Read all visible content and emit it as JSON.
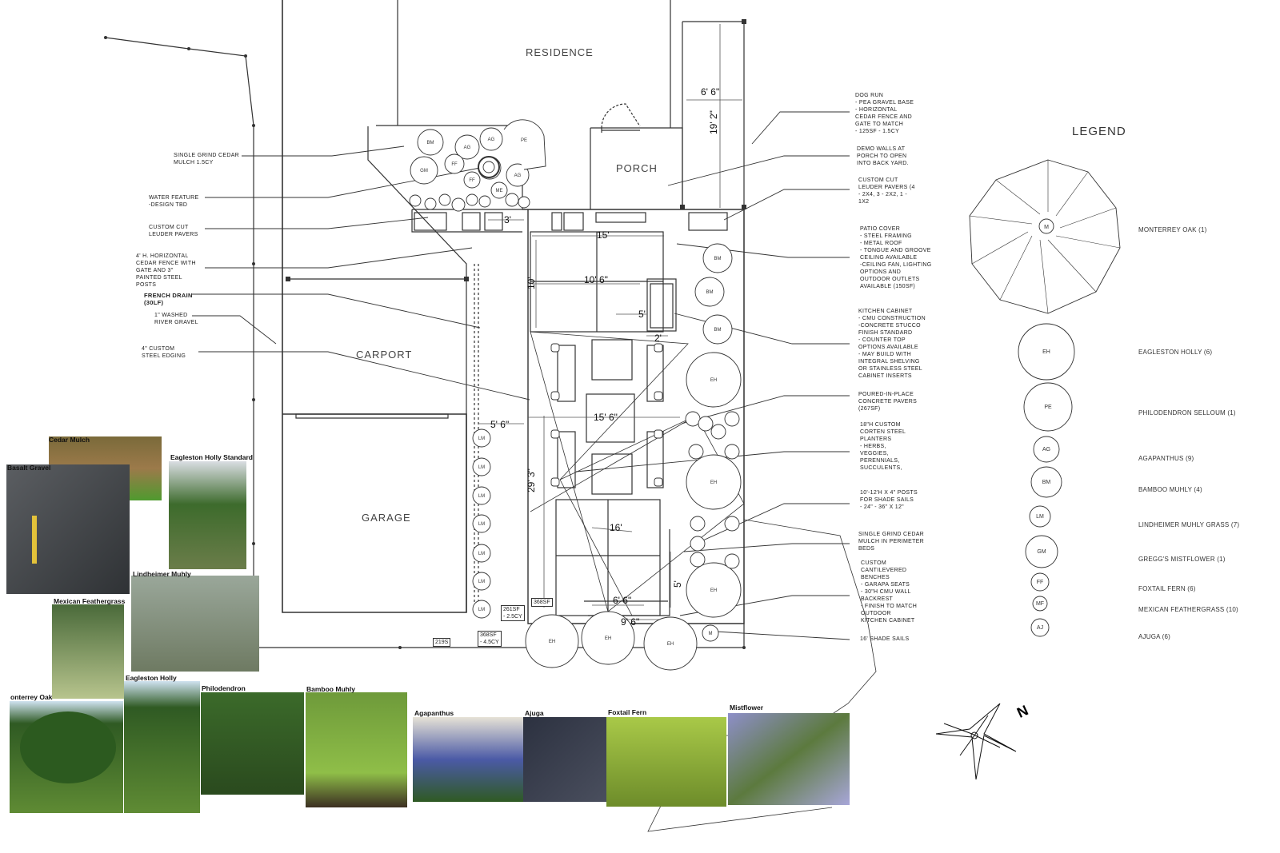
{
  "rooms": {
    "residence": "RESIDENCE",
    "porch": "PORCH",
    "carport": "CARPORT",
    "garage": "GARAGE"
  },
  "callouts_left": {
    "cedar_mulch": "SINGLE GRIND CEDAR\nMULCH 1.5CY",
    "water_feature": "WATER FEATURE\n-DESIGN TBD",
    "custom_pavers": "CUSTOM CUT\nLEUDER PAVERS",
    "cedar_fence": "4' H. HORIZONTAL\nCEDAR FENCE WITH\nGATE AND 3\"\nPAINTED STEEL\nPOSTS",
    "french_drain": "FRENCH DRAIN\n(30LF)",
    "river_gravel": "1\" WASHED\nRIVER GRAVEL",
    "steel_edging": "4\" CUSTOM\nSTEEL EDGING"
  },
  "callouts_right": {
    "dog_run": "DOG RUN\n- PEA GRAVEL BASE\n- HORIZONTAL\nCEDAR FENCE AND\nGATE TO MATCH\n- 125SF - 1.5CY",
    "demo_walls": "DEMO WALLS AT\nPORCH TO OPEN\nINTO BACK YARD.",
    "custom_cut": "CUSTOM CUT\nLEUDER PAVERS (4\n- 2X4, 3 - 2X2, 1 -\n1X2",
    "patio_cover": "PATIO COVER\n- STEEL FRAMING\n- METAL ROOF\n- TONGUE AND GROOVE\nCEILING AVAILABLE\n-CEILING FAN, LIGHTING\nOPTIONS AND\nOUTDOOR OUTLETS\nAVAILABLE (150SF)",
    "kitchen": "KITCHEN CABINET\n- CMU CONSTRUCTION\n-CONCRETE STUCCO\nFINISH STANDARD\n- COUNTER TOP\nOPTIONS AVAILABLE\n- MAY BUILD WITH\nINTEGRAL SHELVING\nOR STAINLESS STEEL\nCABINET INSERTS",
    "concrete_pavers": "POURED-IN-PLACE\nCONCRETE PAVERS\n(267SF)",
    "planters": "18\"H CUSTOM\nCORTEN STEEL\nPLANTERS\n- HERBS,\nVEGGIES,\nPERENNIALS,\nSUCCULENTS,",
    "posts": "10'-12'H X 4\" POSTS\nFOR SHADE SAILS\n- 24\" - 36\" X 12\"",
    "perimeter_mulch": "SINGLE GRIND CEDAR\nMULCH IN PERIMETER\nBEDS",
    "benches": "CUSTOM\nCANTILEVERED\nBENCHES\n- GARAPA SEATS\n- 30\"H CMU WALL\nBACKREST\n- FINISH TO MATCH\nOUTDOOR\nKITCHEN CABINET",
    "shade_sails": "16' SHADE SAILS"
  },
  "dimensions": {
    "d1": "6' 6\"",
    "d2": "19' 2\"",
    "d3": "3'",
    "d4": "15'",
    "d5": "10' 6\"",
    "d6": "10'",
    "d7": "5'",
    "d8": "2'",
    "d9": "15' 6\"",
    "d10": "5' 6\"",
    "d11": "29' 3\"",
    "d12": "16'",
    "d13": "6' 6\"",
    "d14": "9' 6\"",
    "d15": "5'"
  },
  "quantities": {
    "q1": "261SF\n- 2.5CY",
    "q2": "368SF",
    "q3": "368SF\n- 4.5CY",
    "q4": "219S"
  },
  "legend": {
    "title": "LEGEND",
    "items": [
      {
        "code": "M",
        "label": "Monterrey Oak (1)"
      },
      {
        "code": "EH",
        "label": "Eagleston Holly (6)"
      },
      {
        "code": "PE",
        "label": "Philodendron Selloum (1)"
      },
      {
        "code": "AG",
        "label": "Agapanthus (9)"
      },
      {
        "code": "BM",
        "label": "Bamboo Muhly (4)"
      },
      {
        "code": "LM",
        "label": "Lindheimer Muhly Grass (7)"
      },
      {
        "code": "GM",
        "label": "Gregg's Mistflower (1)"
      },
      {
        "code": "FF",
        "label": "Foxtail Fern (6)"
      },
      {
        "code": "MF",
        "label": "Mexican Feathergrass (10)"
      },
      {
        "code": "AJ",
        "label": "Ajuga (6)"
      }
    ]
  },
  "photos": {
    "cedar_mulch": "Cedar Mulch",
    "basalt_gravel": "Basalt Gravel",
    "eagleston_standard": "Eagleston Holly Standard",
    "lindheimer": "Lindheimer Muhly",
    "feathergrass": "Mexican Feathergrass",
    "eagleston": "Eagleston Holly",
    "oak": "onterrey Oak",
    "philodendron": "Philodendron",
    "bamboo": "Bamboo Muhly",
    "agapanthus": "Agapanthus",
    "ajuga": "Ajuga",
    "foxtail": "Foxtail Fern",
    "mistflower": "Mistflower"
  },
  "compass": {
    "label": "N"
  },
  "colors": {
    "line": "#333333",
    "dim_line": "#555555"
  }
}
